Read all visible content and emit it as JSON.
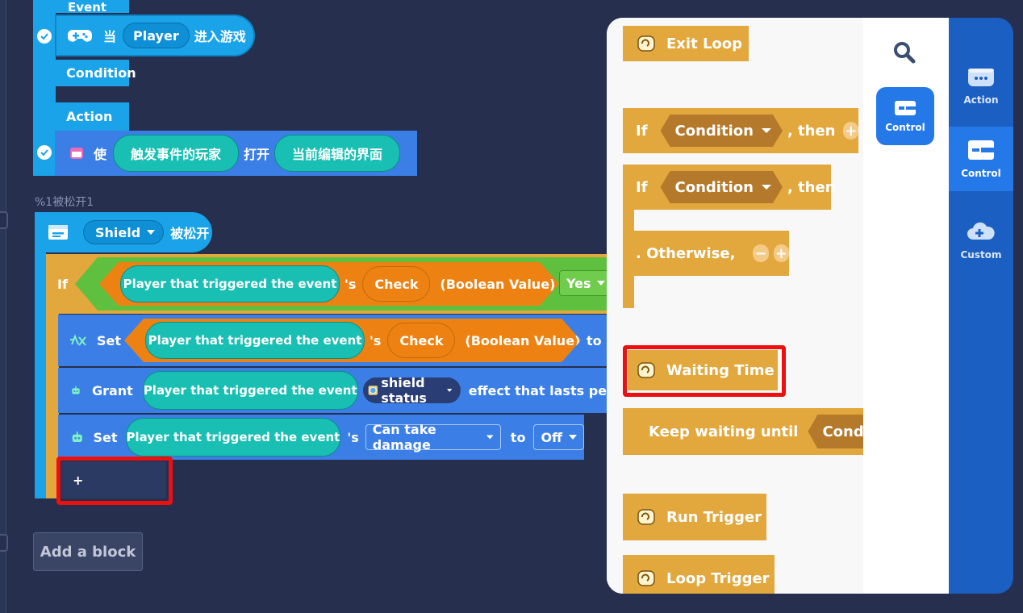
{
  "event_block": {
    "event_label": "Event",
    "when_word": "当",
    "player_chip": "Player",
    "enter_game": "进入游戏",
    "condition_label": "Condition",
    "action_label": "Action",
    "make_word": "使",
    "trigger_player_chip": "触发事件的玩家",
    "open_word": "打开",
    "current_ui_chip": "当前编辑的界面"
  },
  "trigger_block": {
    "title": "%1被松开1",
    "shield_dropdown": "Shield",
    "released_text": "被松开",
    "if_label": "If",
    "player_triggered": "Player that triggered the event",
    "possessive": "'s",
    "check_chip": "Check",
    "boolean_value": "(Boolean Value)",
    "yes_dropdown": "Yes",
    "set_label": "Set",
    "to_word": "to",
    "grant_label": "Grant",
    "shield_status": "shield status",
    "effect_text": "effect that lasts pe",
    "can_take_damage": "Can take damage",
    "off_dropdown": "Off",
    "plus_symbol": "+"
  },
  "add_block_label": "Add a block",
  "palette": {
    "exit_loop": "Exit Loop",
    "if_label": "If",
    "condition_dropdown": "Condition",
    "then_text": ", then",
    "otherwise_text": ". Otherwise,",
    "waiting_time": "Waiting Time",
    "keep_waiting": "Keep waiting until",
    "keep_condition": "Condi",
    "run_trigger": "Run Trigger",
    "loop_trigger": "Loop Trigger",
    "search_tooltip_control": "Control"
  },
  "sidebar": {
    "items": [
      {
        "label": "Action",
        "active": false
      },
      {
        "label": "Control",
        "active": true
      },
      {
        "label": "Custom",
        "active": false
      }
    ]
  },
  "colors": {
    "workspace_bg": "#262f4e",
    "event_blue": "#1aa3e8",
    "action_blue": "#3b7fe6",
    "control_gold": "#e2a83d",
    "green_if": "#5fbf3f",
    "teal_chip": "#19bfb2",
    "orange_chip": "#ed8213",
    "sidebar_blue": "#1b5fc2",
    "highlight_red": "#ee1010"
  }
}
